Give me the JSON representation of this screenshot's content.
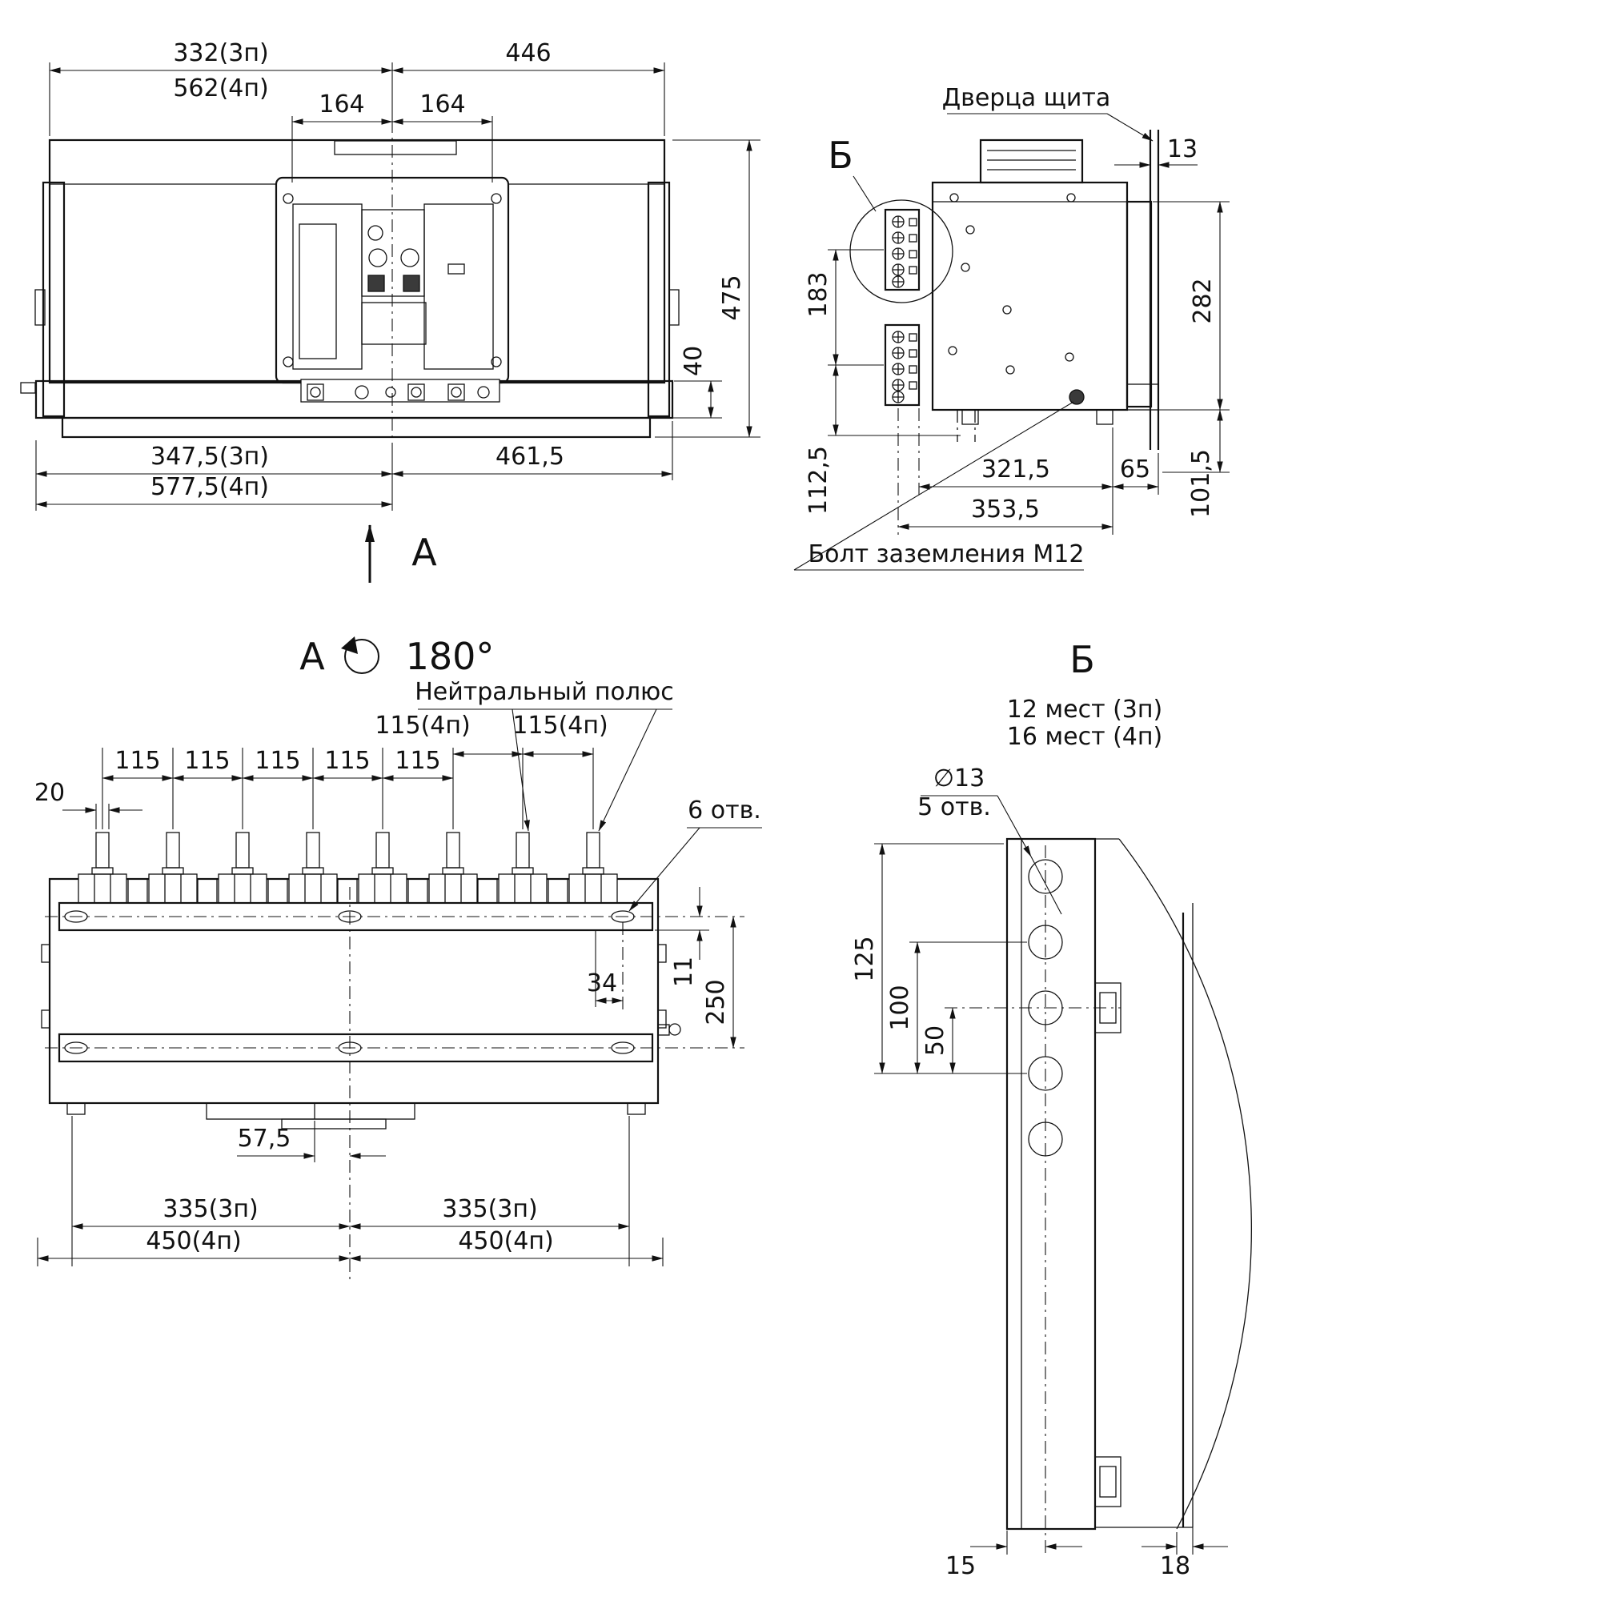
{
  "front_view": {
    "view_arrow_label": "А",
    "dims": {
      "top_3p": "332(3п)",
      "top_4p": "562(4п)",
      "top_right": "446",
      "inner_left": "164",
      "inner_right": "164",
      "height": "475",
      "base_height": "40",
      "bottom_3p": "347,5(3п)",
      "bottom_right": "461,5",
      "bottom_4p": "577,5(4п)"
    }
  },
  "side_view": {
    "view_label": "Б",
    "door_label": "Дверца щита",
    "ground_bolt_label": "Болт заземления М12",
    "dims": {
      "door_thickness": "13",
      "height": "282",
      "terminal_span": "183",
      "bottom_offset": "112,5",
      "hole_offset": "321,5",
      "edge_offset": "65",
      "base_offset": "101,5",
      "total_offset": "353,5"
    }
  },
  "rear_view": {
    "title_letter": "А",
    "title_rotation": "180°",
    "neutral_pole_label": "Нейтральный полюс",
    "holes_label": "6 отв.",
    "dims": {
      "stud_width": "20",
      "pitch": [
        "115",
        "115",
        "115",
        "115",
        "115"
      ],
      "pitch_4p_left": "115(4п)",
      "pitch_4p_right": "115(4п)",
      "slot_offset": "34",
      "slot_depth": "11",
      "slot_span": "250",
      "center_offset": "57,5",
      "bottom_left_3p": "335(3п)",
      "bottom_right_3p": "335(3п)",
      "bottom_left_4p": "450(4п)",
      "bottom_right_4p": "450(4п)"
    }
  },
  "detail_view": {
    "view_label": "Б",
    "places_3p": "12 мест (3п)",
    "places_4p": "16 мест (4п)",
    "hole_dia": "∅13",
    "hole_count": "5 отв.",
    "dims": {
      "span_125": "125",
      "span_100": "100",
      "span_50": "50",
      "offset_15": "15",
      "offset_18": "18"
    }
  },
  "colors": {
    "line": "#111111",
    "background": "#ffffff"
  }
}
